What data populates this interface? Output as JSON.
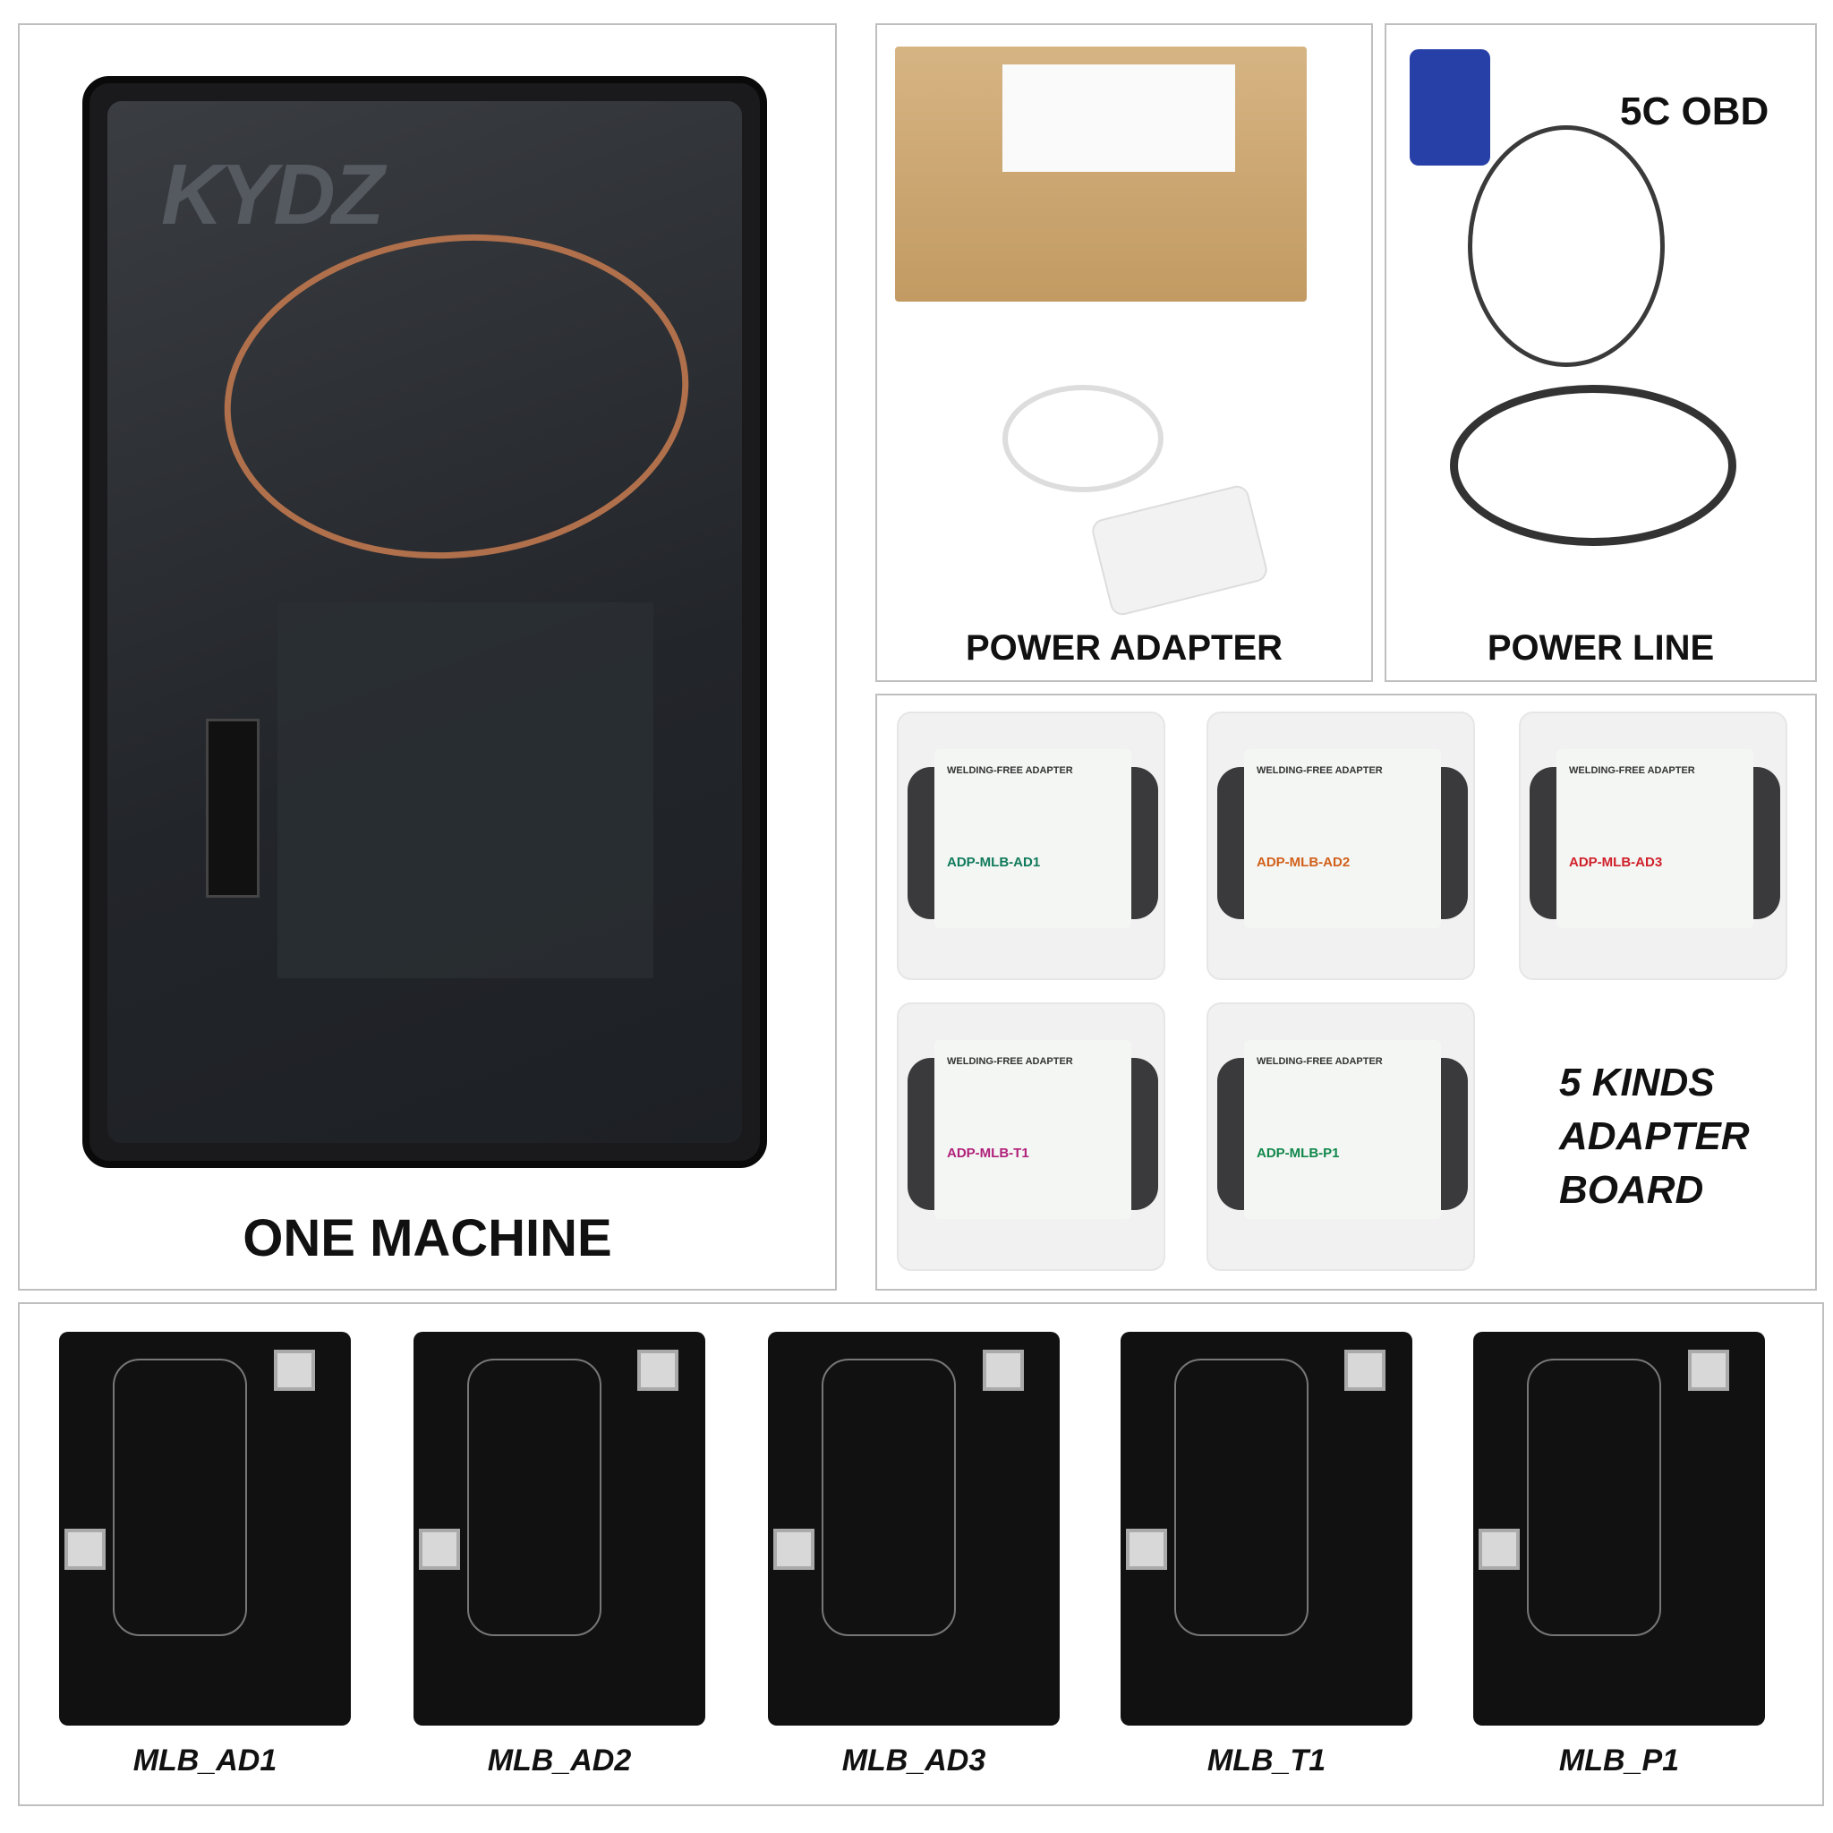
{
  "panels": {
    "machine": {
      "caption": "ONE MACHINE",
      "device_logo": "KYDZ"
    },
    "power_adapter": {
      "caption": "POWER ADAPTER"
    },
    "power_line": {
      "caption": "POWER LINE",
      "obd_label": "5C OBD"
    },
    "adapters": {
      "caption_lines": [
        "5 KINDS",
        "ADAPTER",
        "BOARD"
      ],
      "card_heading": "WELDING-FREE ADAPTER",
      "items": [
        {
          "code": "ADP-MLB-AD1",
          "color": "#0f7a5a"
        },
        {
          "code": "ADP-MLB-AD2",
          "color": "#d2601a"
        },
        {
          "code": "ADP-MLB-AD3",
          "color": "#d0202a"
        },
        {
          "code": "ADP-MLB-T1",
          "color": "#b0207a"
        },
        {
          "code": "ADP-MLB-P1",
          "color": "#10874a"
        }
      ]
    },
    "boards": {
      "items": [
        "MLB_AD1",
        "MLB_AD2",
        "MLB_AD3",
        "MLB_T1",
        "MLB_P1"
      ]
    }
  }
}
